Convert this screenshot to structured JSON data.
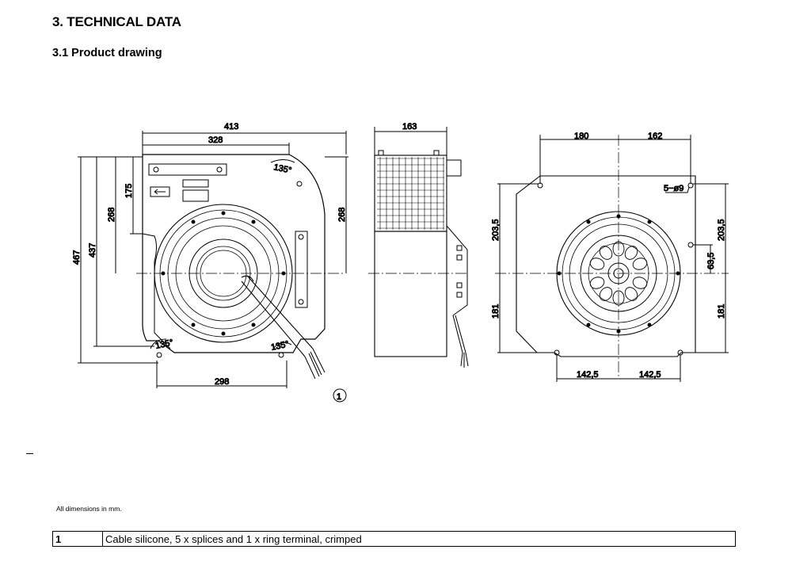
{
  "section_title": "3. TECHNICAL DATA",
  "subsection_title": "3.1 Product drawing",
  "drawing": {
    "front_view": {
      "dim_width_total": "413",
      "dim_width_inner": "328",
      "dim_height_total": "467",
      "dim_height_437": "437",
      "dim_height_268_left": "268",
      "dim_height_175": "175",
      "dim_height_268_right": "268",
      "dim_bottom_width": "298",
      "angle_top": "135°",
      "angle_bottom_left": "135°",
      "angle_bottom_right": "135°",
      "callout_1": "1"
    },
    "side_view": {
      "dim_depth": "163"
    },
    "rear_view": {
      "dim_left_top": "180",
      "dim_right_top": "162",
      "hole_spec": "5−ø9",
      "dim_left_upper": "203,5",
      "dim_left_lower": "181",
      "dim_right_upper": "203,5",
      "dim_right_mid": "63,5",
      "dim_right_lower": "181",
      "dim_bottom_left": "142,5",
      "dim_bottom_right": "142,5"
    }
  },
  "footnote": "All dimensions in mm.",
  "legend_rows": [
    {
      "number": "1",
      "description": "Cable silicone, 5 x splices and 1 x ring terminal, crimped"
    }
  ]
}
